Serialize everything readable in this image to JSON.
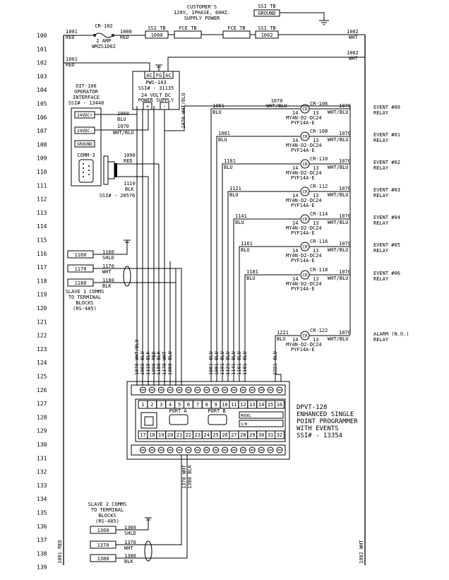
{
  "line_numbers": [
    "100",
    "101",
    "102",
    "103",
    "104",
    "105",
    "106",
    "107",
    "108",
    "109",
    "110",
    "111",
    "112",
    "113",
    "114",
    "115",
    "116",
    "117",
    "118",
    "119",
    "120",
    "121",
    "122",
    "123",
    "124",
    "125",
    "126",
    "127",
    "128",
    "129",
    "130",
    "131",
    "132",
    "133",
    "134",
    "135",
    "136",
    "137",
    "138",
    "139"
  ],
  "supply": {
    "title_line1": "CUSTOMER'S",
    "title_line2": "120V, 1PHASE, 60HZ.",
    "title_line3": "SUPPLY POWER",
    "ground_block_label": "SSI TB",
    "ground_block_value": "GROUND"
  },
  "top_rung": {
    "w1001": "1001",
    "red": "RED",
    "w1000": "1000",
    "w1002": "1002",
    "wht": "WHT",
    "cr_label": "CR-102",
    "fuse_label_1": "2 AMP",
    "fuse_label_2": "WMZS1D02",
    "ssi_tb_1": "SSI TB",
    "tb_1000": "1000",
    "fce_tb_1": "FCE TB",
    "fce_tb_2": "FCE TB",
    "ssi_tb_2": "SSI TB",
    "tb_1002": "1002"
  },
  "power_supply": {
    "terminals": [
      "AC",
      "FG",
      "AC"
    ],
    "id": "PWS-103",
    "ssi": "SSI# - 31135",
    "desc_1": "24 VOLT DC",
    "desc_2": "POWER SUPPLY",
    "plus": "+",
    "minus": "-"
  },
  "operator_interface": {
    "id": "OIT-106",
    "name_1": "OPERATOR",
    "name_2": "INTERFACE",
    "ssi": "SSI# - 13448",
    "term_24p": "24VDC+",
    "term_24m": "24VDC-",
    "term_gnd": "GROUND",
    "comm": "COMM-3",
    "cable_ssi": "SSI# - 20576"
  },
  "wires": {
    "w1060": "1060",
    "w1070": "1070",
    "w1090": "1090",
    "w1110": "1110",
    "blu": "BLU",
    "wht_blu": "WHT/BLU",
    "red": "RED",
    "blk": "BLK"
  },
  "events": [
    {
      "wire": "1061",
      "cr": "CR-106",
      "name": "EVENT #00",
      "type": "RELAY"
    },
    {
      "wire": "1081",
      "cr": "CR-108",
      "name": "EVENT #01",
      "type": "RELAY"
    },
    {
      "wire": "1101",
      "cr": "CR-110",
      "name": "EVENT #02",
      "type": "RELAY"
    },
    {
      "wire": "1121",
      "cr": "CR-112",
      "name": "EVENT #03",
      "type": "RELAY"
    },
    {
      "wire": "1141",
      "cr": "CR-114",
      "name": "EVENT #04",
      "type": "RELAY"
    },
    {
      "wire": "1161",
      "cr": "CR-116",
      "name": "EVENT #05",
      "type": "RELAY"
    },
    {
      "wire": "1181",
      "cr": "CR-118",
      "name": "EVENT #06",
      "type": "RELAY"
    },
    {
      "wire": "1221",
      "cr": "CR-122",
      "name": "ALARM (N.O.)",
      "type": "RELAY"
    }
  ],
  "relay": {
    "model": "MY4N-D2-DC24",
    "base": "PYF14A-E",
    "pin_14": "14",
    "pin_13": "13",
    "cr": "CR",
    "out_wire": "1070",
    "out_color": "WHT/BLU"
  },
  "slave1": {
    "blocks": [
      "1160",
      "1170",
      "1180"
    ],
    "wires": [
      "1160",
      "1170",
      "1180"
    ],
    "colors": [
      "SHLD",
      "WHT",
      "BLK"
    ],
    "label_1": "SLAVE 1 COMMS",
    "label_2": "TO TERMINAL",
    "label_3": "BLOCKS",
    "label_4": "(RS-485)"
  },
  "slave2": {
    "blocks": [
      "1360",
      "1370",
      "1380"
    ],
    "wires": [
      "1360",
      "1370",
      "1380"
    ],
    "colors": [
      "SHLD",
      "WHT",
      "BLK"
    ],
    "label_1": "SLAVE 2 COMMS",
    "label_2": "TO TERMINAL",
    "label_3": "BLOCKS",
    "label_4": "(RS-485)"
  },
  "vertical_labels": [
    "1070 WHT/BLU",
    "1060 BLU",
    "1110 BLK",
    "1090 RED",
    "1180 BLK",
    "1170 WHT",
    "1060 BLU",
    "1061 BLU",
    "1081 BLU",
    "1101 BLU",
    "1121 BLU",
    "1141 BLU",
    "1161 BLU",
    "1181 BLU",
    "1221 BLU"
  ],
  "bottom_vertical_labels": [
    "1370 WHT",
    "1380 BLK"
  ],
  "rail_left_label": "1001 RED",
  "rail_right_label": "1002 WHT",
  "controller": {
    "terminals_top": [
      "1",
      "2",
      "3",
      "4",
      "5",
      "6",
      "7",
      "8",
      "9",
      "10",
      "11",
      "12",
      "13",
      "14",
      "15",
      "16"
    ],
    "terminals_bottom": [
      "17",
      "18",
      "19",
      "20",
      "21",
      "22",
      "23",
      "24",
      "25",
      "26",
      "27",
      "28",
      "29",
      "30",
      "31",
      "32"
    ],
    "port_a": "PORT A",
    "port_b": "PORT B",
    "model_tag": "MODEL",
    "sn_tag": "S/N",
    "name_1": "DPVT-128",
    "name_2": "ENHANCED SINGLE",
    "name_3": "POINT PROGRAMMER",
    "name_4": "WITH EVENTS",
    "ssi": "SSI# - 13354"
  }
}
